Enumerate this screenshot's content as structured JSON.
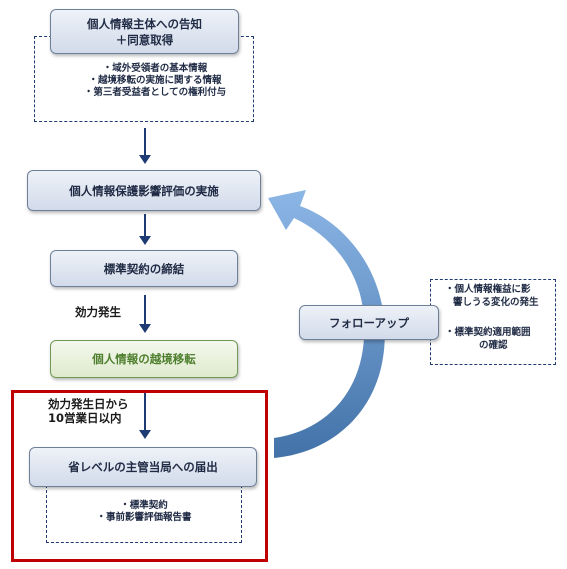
{
  "steps": [
    {
      "lines": [
        "個人情報主体への告知",
        "＋同意取得"
      ]
    },
    {
      "lines": [
        "個人情報保護影響評価の実施"
      ]
    },
    {
      "lines": [
        "標準契約の締結"
      ]
    },
    {
      "lines": [
        "個人情報の越境移転"
      ]
    },
    {
      "lines": [
        "省レベルの主管当局への届出"
      ]
    }
  ],
  "notes": {
    "consent": [
      "・域外受領者の基本情報",
      "・越境移転の実施に関する情報",
      "・第三者受益者としての権利付与"
    ],
    "filing": [
      "・標準契約",
      "・事前影響評価報告書"
    ],
    "followup": [
      "・個人情報権益に影",
      "響しうる変化の発生",
      "・標準契約適用範囲",
      "の確認"
    ]
  },
  "labels": {
    "effective": "効力発生",
    "deadline": [
      "効力発生日から",
      "10営業日以内"
    ]
  },
  "followup_box": {
    "label": "フォローアップ"
  },
  "colors": {
    "box_border": "#6e7f99",
    "box_fill_top": "#eef2f8",
    "box_fill_bottom": "#d2dbea",
    "green_text": "#4e7f2e",
    "highlight_frame": "#c00000",
    "arrow": "#1f3b73",
    "curve_arrow_light": "#8cb6e6",
    "curve_arrow_dark": "#4272a8"
  }
}
